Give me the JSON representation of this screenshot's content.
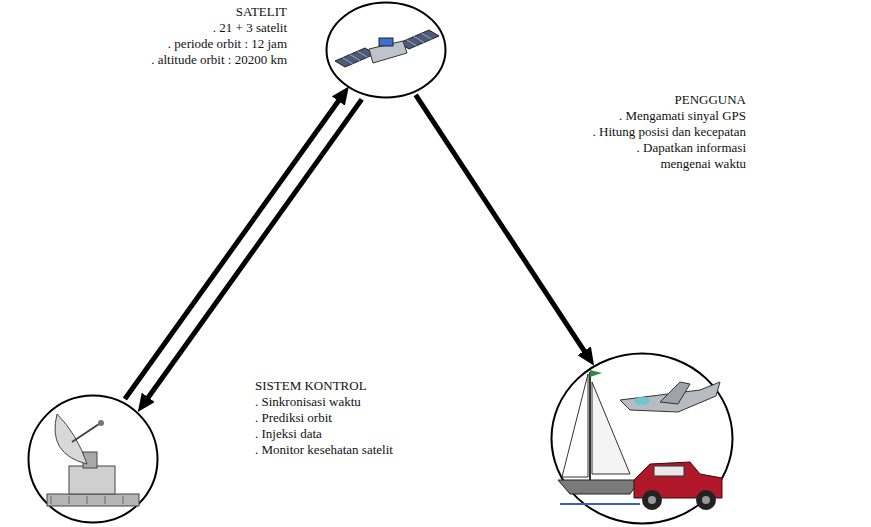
{
  "diagram": {
    "nodes": [
      {
        "text": [
          "SATELIT",
          ". 21 + 3 satelit",
          ". periode orbit : 12 jam",
          ". altitude orbit : 20200 km"
        ]
      },
      {
        "text": [
          "SISTEM KONTROL",
          ". Sinkronisasi waktu",
          ". Prediksi orbit",
          ". Injeksi data",
          ". Monitor kesehatan satelit"
        ]
      },
      {
        "text": [
          "PENGGUNA",
          ". Mengamati sinyal GPS",
          ". Hitung posisi dan kecepatan",
          ". Dapatkan informasi mengenai waktu"
        ]
      }
    ],
    "edges": [
      {
        "from": 0,
        "to": 1,
        "arrow": "to"
      },
      {
        "from": 1,
        "to": 0,
        "arrow": "to"
      },
      {
        "from": 0,
        "to": 2,
        "arrow": "to"
      }
    ]
  }
}
